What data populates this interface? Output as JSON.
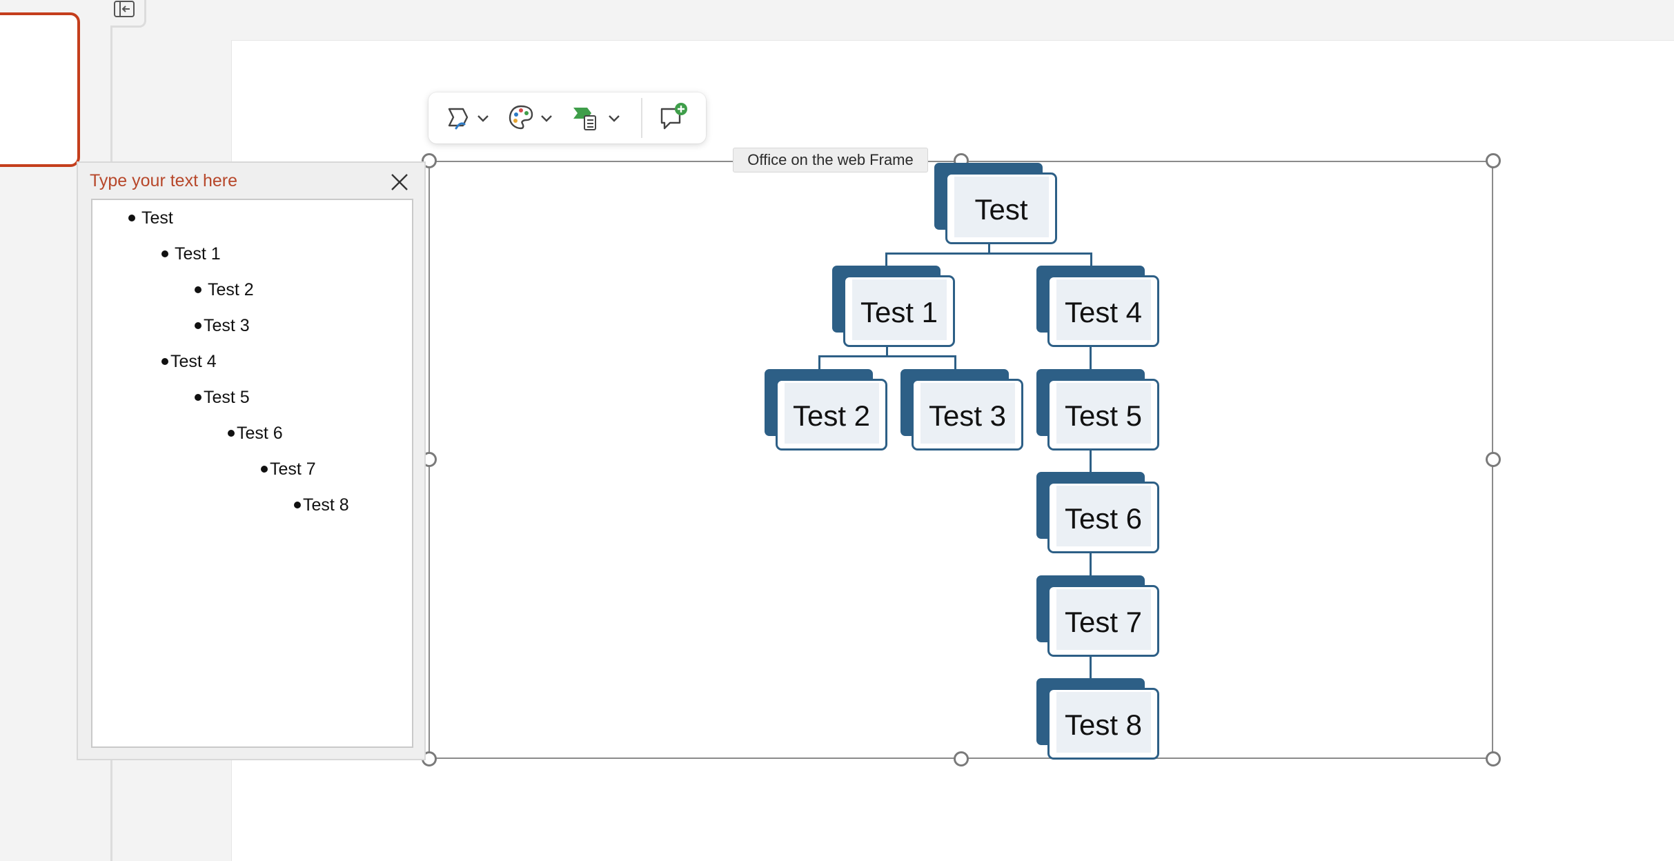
{
  "tooltip": "Office on the web Frame",
  "text_pane": {
    "title": "Type your text here",
    "items": [
      {
        "label": "Test"
      },
      {
        "label": "Test 1"
      },
      {
        "label": "Test 2"
      },
      {
        "label": "Test 3"
      },
      {
        "label": "Test 4"
      },
      {
        "label": "Test 5"
      },
      {
        "label": "Test 6"
      },
      {
        "label": "Test 7"
      },
      {
        "label": "Test 8"
      }
    ]
  },
  "smartart": {
    "nodes": [
      "Test",
      "Test 1",
      "Test 4",
      "Test 2",
      "Test 3",
      "Test 5",
      "Test 6",
      "Test 7",
      "Test 8"
    ]
  },
  "toolbar": {
    "buttons": [
      "change-layout-icon",
      "change-colors-icon",
      "smartart-styles-icon",
      "new-comment-icon"
    ]
  },
  "colors": {
    "accent": "#2d5f86",
    "pane_title": "#b7472a",
    "thumbnail_border": "#c43e1c",
    "comment_plus": "#3f9e4a"
  }
}
